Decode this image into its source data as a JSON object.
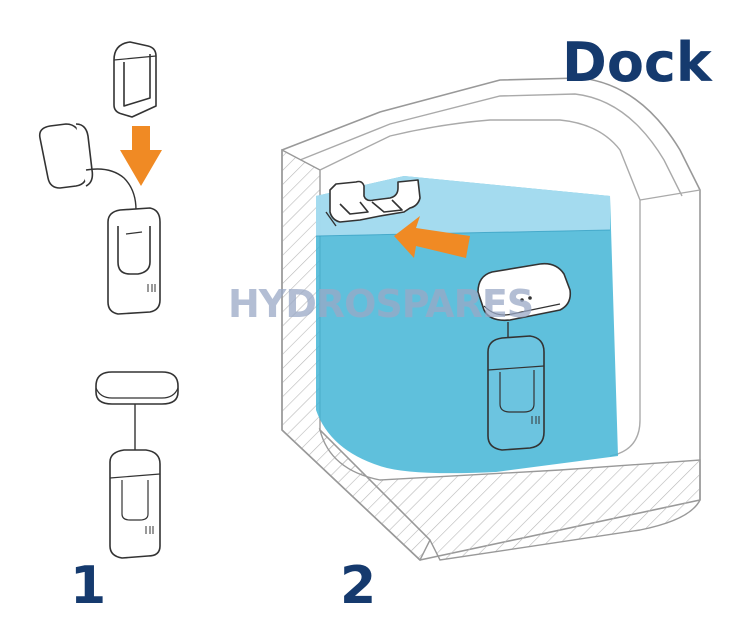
{
  "title": "Dock",
  "watermark": "HYDROSPARES",
  "steps": [
    {
      "label": "1"
    },
    {
      "label": "2"
    }
  ],
  "colors": {
    "title": "#153a6e",
    "arrow": "#f08a24",
    "water": "#43b5d6",
    "outline": "#333333"
  }
}
